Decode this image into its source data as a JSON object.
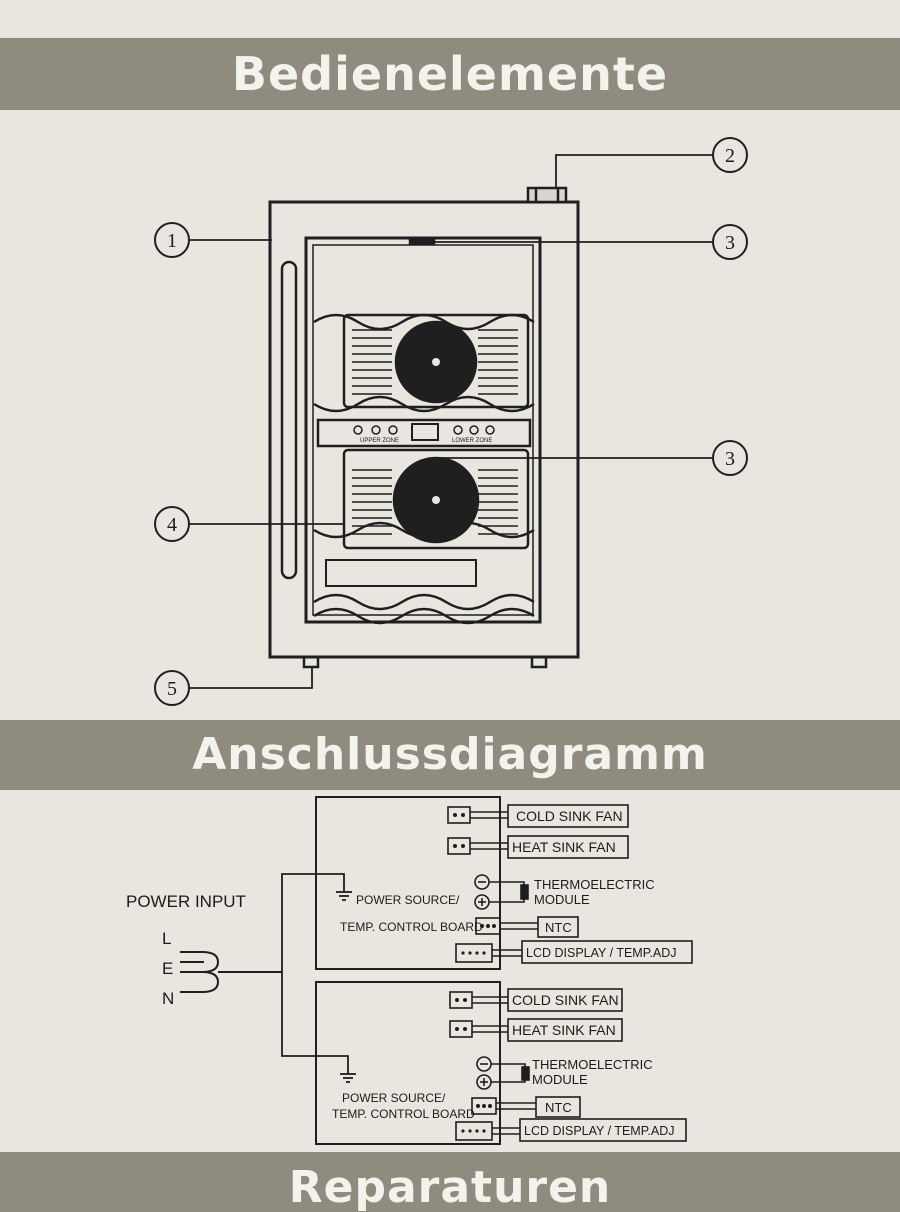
{
  "sections": {
    "controls_title": "Bedienelemente",
    "wiring_title": "Anschlussdiagramm",
    "repair_title": "Reparaturen"
  },
  "callouts": [
    "1",
    "2",
    "3",
    "3",
    "4",
    "5"
  ],
  "panel": {
    "upper_zone": "UPPER ZONE",
    "lower_zone": "LOWER ZONE"
  },
  "wiring": {
    "power_input": "POWER INPUT",
    "L": "L",
    "E": "E",
    "N": "N",
    "board1": {
      "power_source": "POWER SOURCE/",
      "control_board": "TEMP. CONTROL BOARD",
      "cold_fan": "COLD SINK FAN",
      "heat_fan": "HEAT SINK FAN",
      "thermo1": "THERMOELECTRIC",
      "thermo2": "MODULE",
      "ntc": "NTC",
      "lcd": "LCD DISPLAY / TEMP.ADJ"
    },
    "board2": {
      "power_source": "POWER SOURCE/",
      "control_board": "TEMP. CONTROL BOARD",
      "cold_fan": "COLD SINK FAN",
      "heat_fan": "HEAT SINK FAN",
      "thermo1": "THERMOELECTRIC",
      "thermo2": "MODULE",
      "ntc": "NTC",
      "lcd": "LCD DISPLAY / TEMP.ADJ"
    }
  }
}
